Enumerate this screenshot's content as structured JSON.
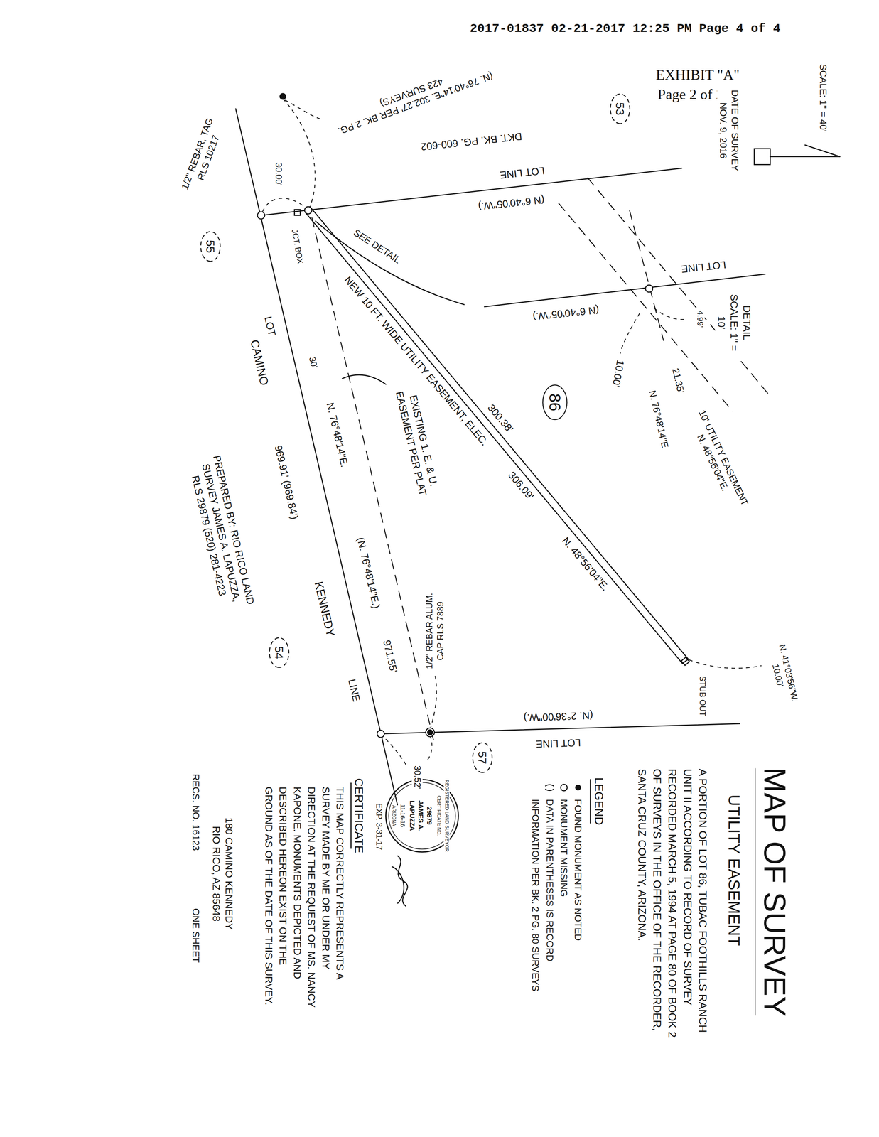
{
  "diagram": {
    "title": "MAP OF SURVEY",
    "nodes": [
      {
        "text": [
          "53"
        ]
      },
      {
        "text": [
          "55"
        ]
      },
      {
        "text": [
          "86"
        ]
      },
      {
        "text": [
          "54"
        ]
      },
      {
        "text": [
          "57"
        ]
      }
    ],
    "labels": [
      "2017-01837 02-21-2017 12:25 PM Page 4 of 4",
      "EXHIBIT \"A\"",
      "Page 2 of 2",
      "SCALE: 1\" = 40'",
      "DATE OF SURVEY NOV. 9, 2016",
      "(N. 76°40'14\"E. 302.27' PER BK. 2 PG. 423 SURVEYS)",
      "DKT. BK. PG. 600-602",
      "LOT LINE",
      "(N 6°40'05\"W.)",
      "30.00'",
      "1/2\" REBAR, TAG RLS 10217",
      "JCT. BOX",
      "SEE DETAIL",
      "LOT",
      "30'",
      "N. 76°48'14\"E.",
      "969.91' (969.84')",
      "EXISTING 1. E. & U. EASEMENT PER PLAT",
      "(N. 76°48'14\"E.)",
      "971.55'",
      "NEW 10 FT. WIDE UTILITY EASEMENT, ELEC.",
      "306.09'",
      "300.38'",
      "N. 48°56'04\"E.",
      "STUB OUT",
      "N. 41°03'56\"W. 10.00'",
      "(N. 2°36'00\"W.)",
      "LOT LINE",
      "1/2\" REBAR ALUM. CAP RLS 7889",
      "30.52'",
      "CAMINO",
      "KENNEDY",
      "LINE",
      "PREPARED BY: RIO RICO LAND SURVEY JAMES A. LAPUZZA, RLS 29879 (520) 281-4223",
      "DETAIL SCALE: 1\" = 10'",
      "LOT LINE",
      "(N 6°40'05\"W.)",
      "4.99'",
      "10.00'",
      "21.35'",
      "N. 76°48'14\"E",
      "10' UTILITY EASEMENT N. 48°56'04\"E.",
      "UTILITY EASEMENT",
      "A PORTION OF LOT 86, TUBAC FOOTHILLS RANCH UNIT II ACCORDING TO RECORD OF SURVEY RECORDED MARCH 5, 1994 AT PAGE 80 OF BOOK 2 OF SURVEYS IN THE OFFICE OF THE RECORDER, SANTA CRUZ COUNTY, ARIZONA.",
      "LEGEND",
      "CERTIFICATE",
      "THIS MAP CORRECTLY REPRESENTS A SURVEY MADE BY ME OR UNDER MY DIRECTION AT THE REQUEST OF MS. NANCY KAPONE. MONUMENTS DEPICTED AND DESCRIBED HEREON EXIST ON THE GROUND AS OF THE DATE OF THIS SURVEY.",
      "REGISTERED LAND SURVEYOR",
      "CERTIFICATE NO.",
      "29879",
      "JAMES A.",
      "LAPUZZA",
      "11-16-16",
      "ARIZONA",
      "EXP. 3-31-17",
      "180 CAMINO KENNEDY RIO RICO, AZ 85648",
      "RECS. NO. 16123",
      "ONE SHEET"
    ],
    "legend": [
      {
        "text": "FOUND MONUMENT AS NOTED"
      },
      {
        "text": "MONUMENT MISSING"
      },
      {
        "text": "DATA IN PARENTHESES IS RECORD INFORMATION PER BK. 2 PG. 80 SURVEYS"
      }
    ]
  }
}
